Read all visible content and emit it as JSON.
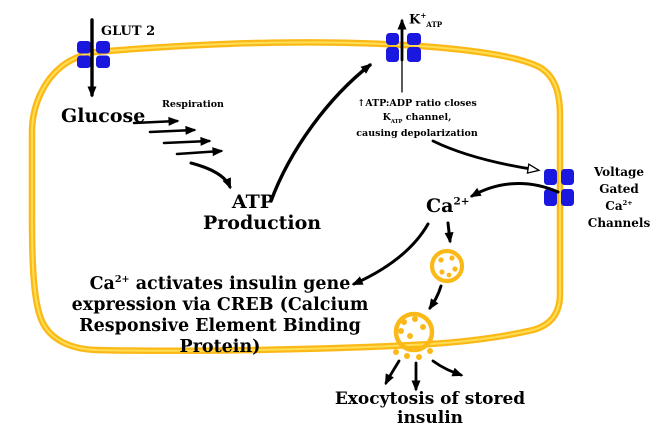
{
  "colors": {
    "membrane": "#FBB917",
    "membrane_light": "#FFDE55",
    "channel_blue": "#1A17DF",
    "vesicle": "#FCB81A",
    "ink": "#000000",
    "background": "#FFFFFF"
  },
  "labels": {
    "glut2": "GLUT 2",
    "glucose": "Glucose",
    "respiration": "Respiration",
    "atp": {
      "l1": "ATP",
      "l2": "Production"
    },
    "k_efflux": {
      "base": "K",
      "sup": "+",
      "sub": "ATP"
    },
    "katp_note": {
      "l1": "↑ATP:ADP ratio closes",
      "l2_base": "K",
      "l2_sub": "ATP",
      "l2_rest": " channel,",
      "l3": "causing depolarization"
    },
    "vgcc": {
      "l1": "Voltage",
      "l2": "Gated",
      "l3_base": "Ca",
      "l3_sup": "2+",
      "l4": "Channels"
    },
    "ca_ion": {
      "base": "Ca",
      "sup": "2+"
    },
    "creb": {
      "l1_base": "Ca",
      "l1_sup": "2+",
      "l1_rest": " activates insulin gene",
      "l2": "expression via CREB (Calcium",
      "l3": "Responsive Element Binding Protein)"
    },
    "exocytosis": "Exocytosis of stored insulin"
  }
}
